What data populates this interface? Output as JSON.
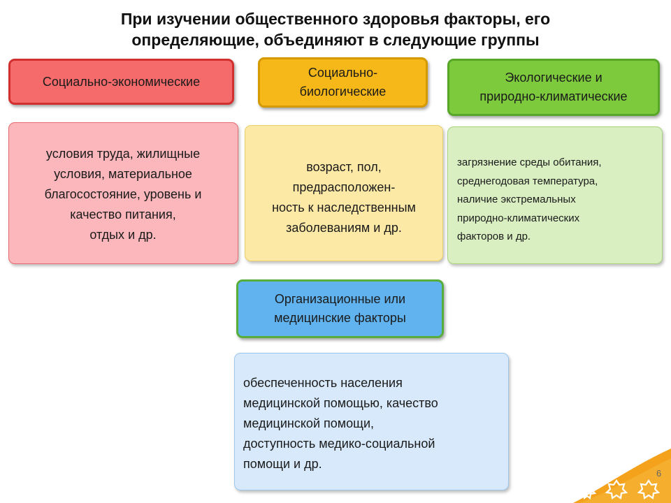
{
  "title": {
    "line1": "При изучении общественного здоровья факторы, его",
    "line2": "определяющие, объединяют в следующие группы"
  },
  "groups": [
    {
      "header": [
        "Социально-экономические"
      ],
      "body": [
        "условия труда, жилищные",
        "условия, материальное",
        "благосостояние, уровень и",
        "качество питания,",
        "отдых и др."
      ]
    },
    {
      "header": [
        "Социально-",
        "биологические"
      ],
      "body": [
        "возраст, пол,",
        "предрасположен-",
        "ность к наследственным",
        "заболеваниям и др."
      ]
    },
    {
      "header": [
        "Экологические и",
        "природно-климатические"
      ],
      "body": [
        "загрязнение среды обитания,",
        "среднегодовая температура,",
        "наличие экстремальных",
        "природно-климатических",
        "факторов и др."
      ]
    },
    {
      "header": [
        "Организационные или",
        "медицинские факторы"
      ],
      "body": [
        "обеспеченность населения",
        "медицинской помощью, качество",
        "медицинской помощи,",
        "доступность медико-социальной",
        "помощи и др."
      ]
    }
  ],
  "colors": {
    "social_economic": "#f56b6b",
    "social_biological": "#f6b818",
    "ecological": "#7dcb3d",
    "medical": "#61b3ef",
    "corner_swoosh": "#f4a21b"
  },
  "slide_number": "6"
}
